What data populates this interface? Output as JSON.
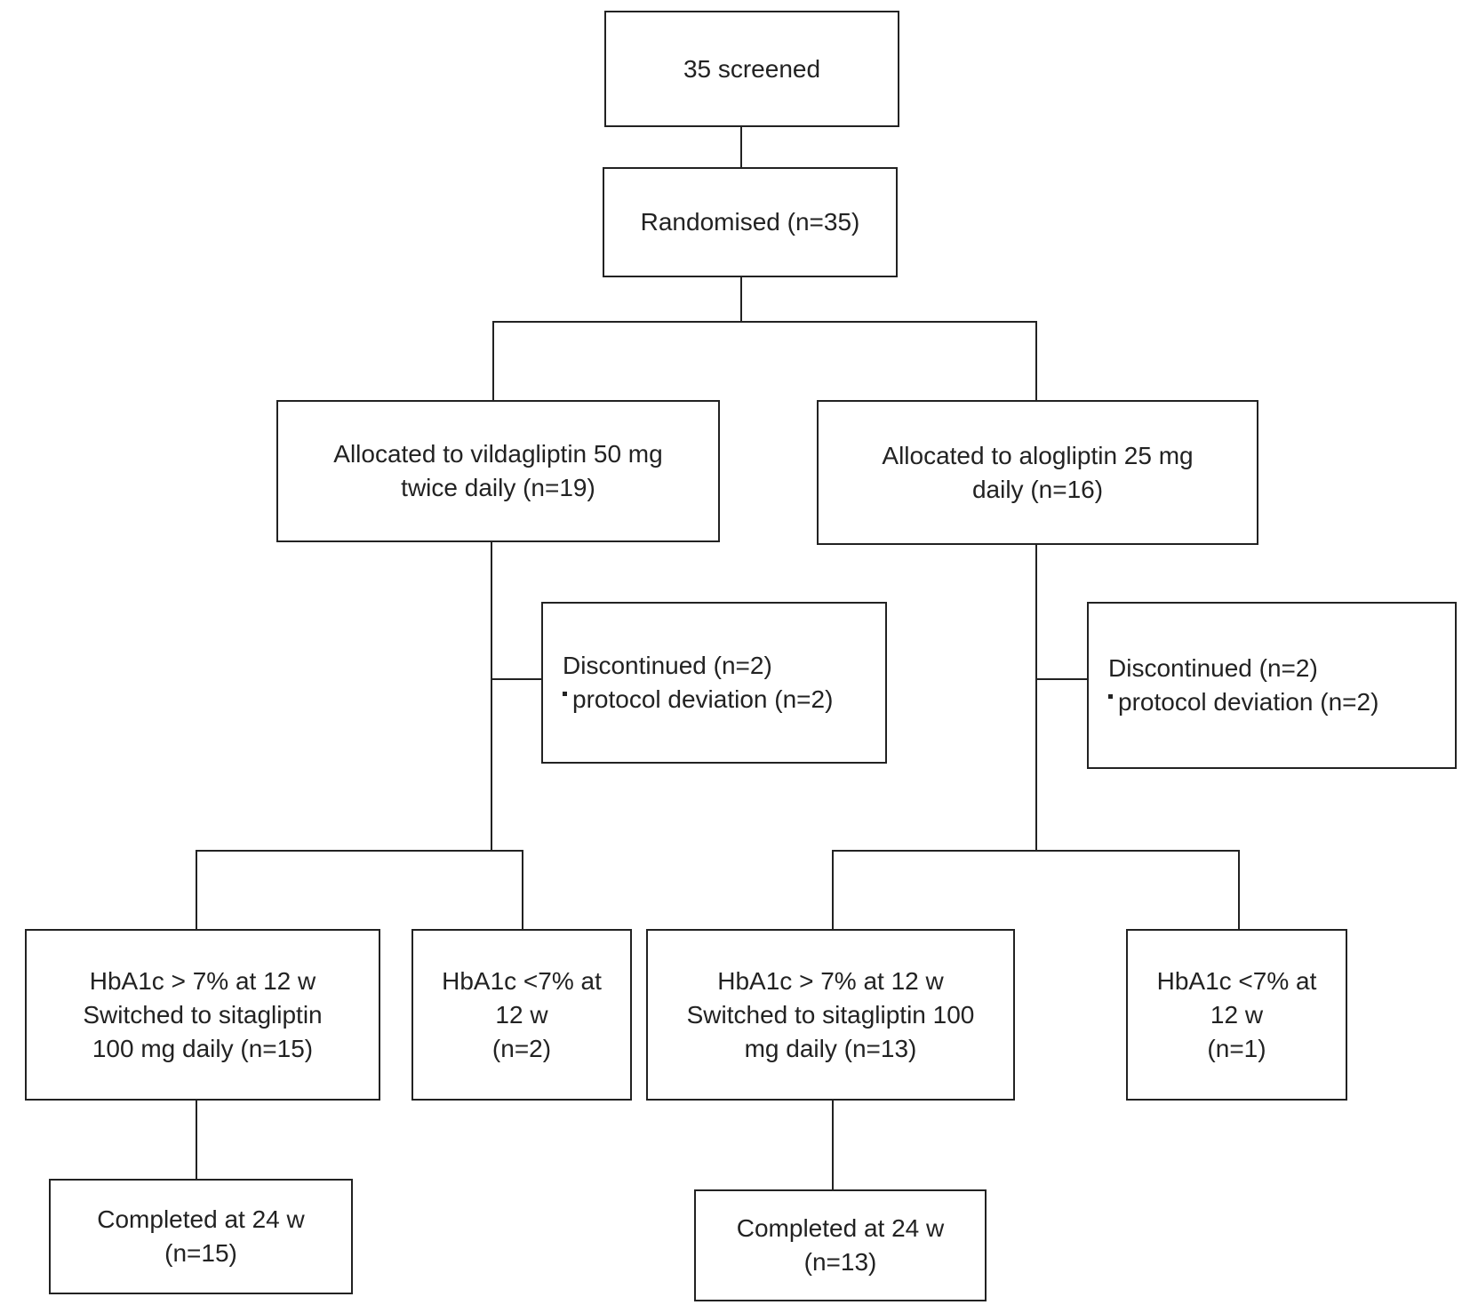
{
  "diagram": {
    "screened": [
      "35 screened"
    ],
    "randomised": [
      "Randomised  (n=35)"
    ],
    "left_arm": {
      "allocated": [
        "Allocated to vildagliptin  50  mg",
        "twice daily (n=19)"
      ],
      "discontinued": {
        "title": "Discontinued  (n=2)",
        "reason": "protocol deviation  (n=2)"
      },
      "high": [
        "HbA1c > 7% at 12  w",
        "Switched to sitagliptin",
        "100  mg daily (n=15)"
      ],
      "low": [
        "HbA1c <7% at",
        "12  w",
        "(n=2)"
      ],
      "completed": [
        "Completed  at 24  w",
        "(n=15)"
      ]
    },
    "right_arm": {
      "allocated": [
        "Allocated to alogliptin 25 mg",
        "daily (n=16)"
      ],
      "discontinued": {
        "title": "Discontinued  (n=2)",
        "reason": "protocol deviation  (n=2)"
      },
      "high": [
        "HbA1c > 7% at 12  w",
        "Switched to sitagliptin 100",
        "mg daily (n=13)"
      ],
      "low": [
        "HbA1c <7% at",
        "12  w",
        "(n=1)"
      ],
      "completed": [
        "Completed  at 24  w",
        "(n=13)"
      ]
    }
  }
}
